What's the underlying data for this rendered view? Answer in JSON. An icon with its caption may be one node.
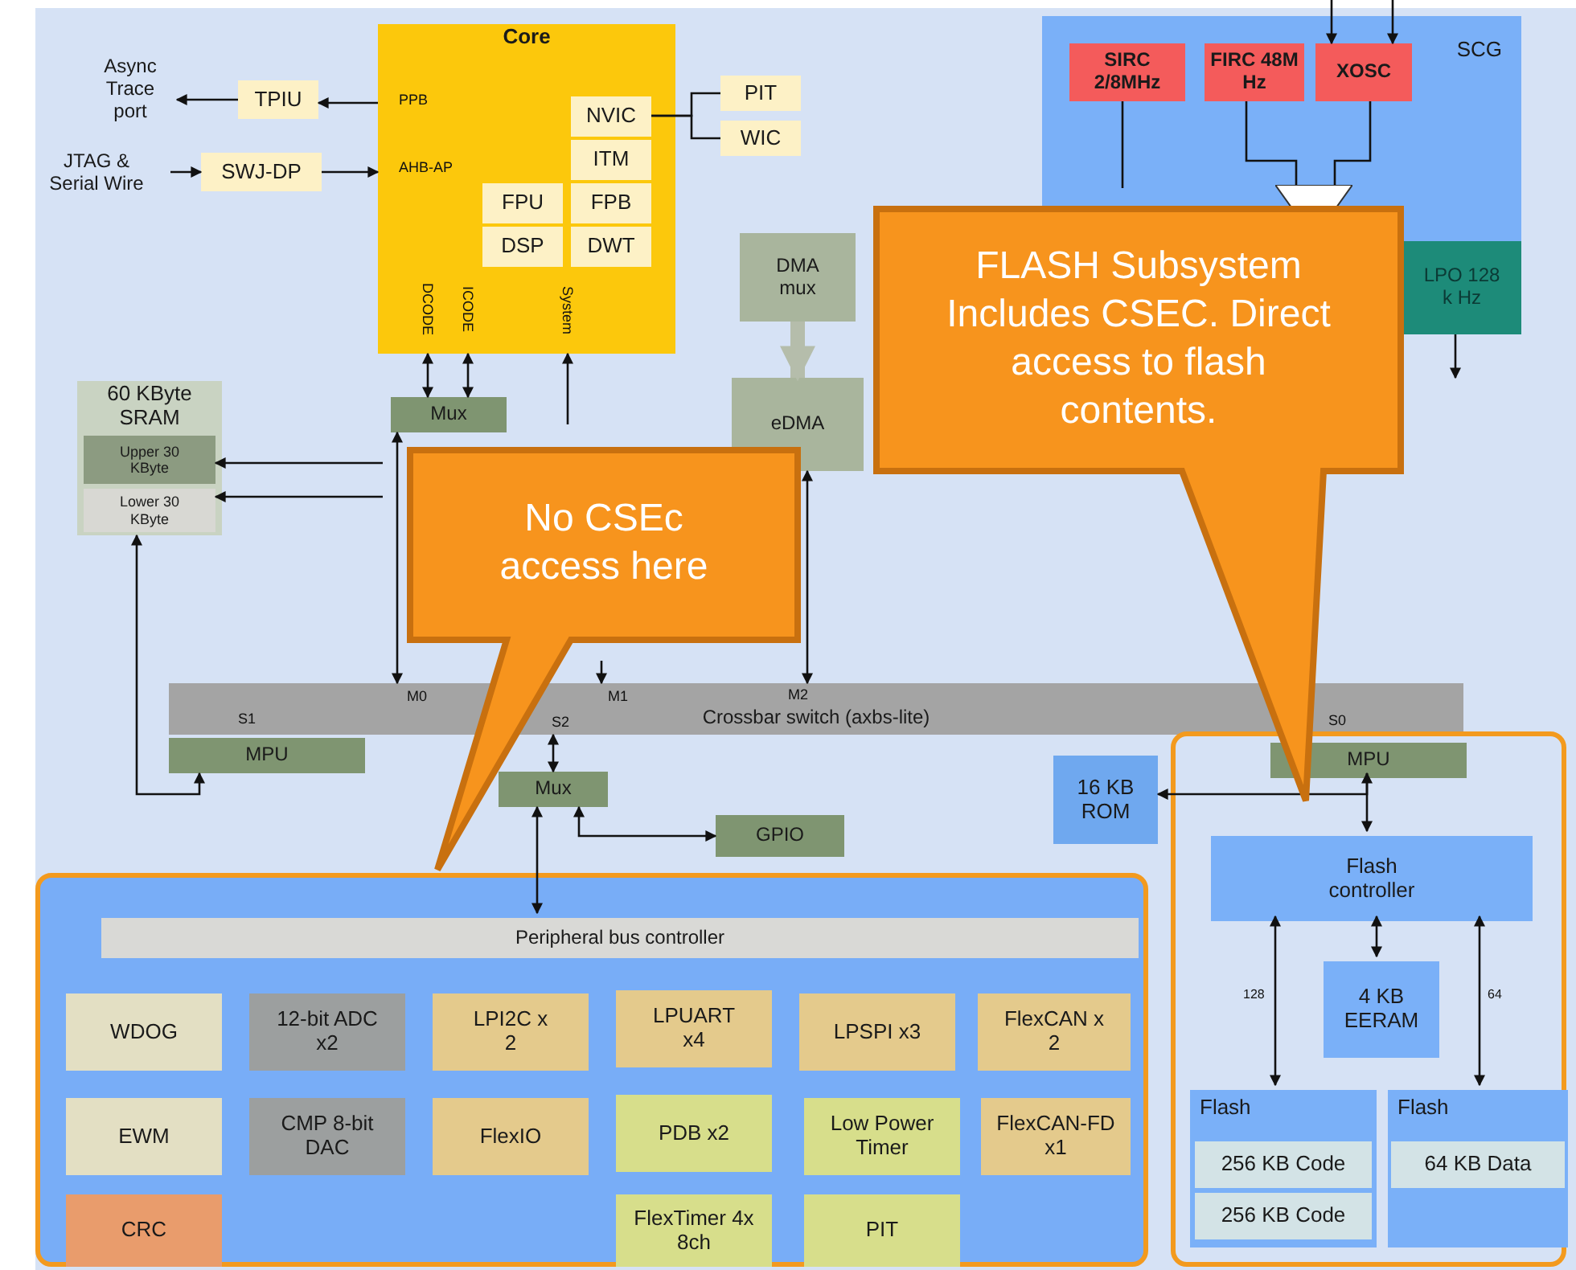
{
  "diagram": {
    "nodes": [
      {
        "text": [
          "Core"
        ]
      },
      {
        "text": [
          "NVIC"
        ],
        "in": 0
      },
      {
        "text": [
          "ITM"
        ],
        "in": 0
      },
      {
        "text": [
          "FPU"
        ],
        "in": 0
      },
      {
        "text": [
          "FPB"
        ],
        "in": 0
      },
      {
        "text": [
          "DSP"
        ],
        "in": 0
      },
      {
        "text": [
          "DWT"
        ],
        "in": 0
      },
      {
        "text": [
          "TPIU"
        ]
      },
      {
        "text": [
          "SWJ-DP"
        ]
      },
      {
        "text": [
          "Async Trace port"
        ]
      },
      {
        "text": [
          "JTAG & Serial Wire"
        ]
      },
      {
        "text": [
          "PIT"
        ]
      },
      {
        "text": [
          "WIC"
        ]
      },
      {
        "text": [
          "Mux"
        ]
      },
      {
        "text": [
          "DMA mux"
        ]
      },
      {
        "text": [
          "eDMA"
        ]
      },
      {
        "text": [
          "60 KByte SRAM"
        ]
      },
      {
        "text": [
          "Upper 30 KByte"
        ],
        "in": 16
      },
      {
        "text": [
          "Lower 30 KByte"
        ],
        "in": 16
      },
      {
        "text": [
          "Crossbar switch (axbs-lite)"
        ]
      },
      {
        "text": [
          "MPU"
        ]
      },
      {
        "text": [
          "Mux"
        ]
      },
      {
        "text": [
          "GPIO"
        ]
      },
      {
        "text": [
          "16 KB ROM"
        ]
      },
      {
        "text": [],
        "shape": "box"
      },
      {
        "text": [
          "Peripheral bus controller"
        ],
        "in": 24
      },
      {
        "text": [
          "WDOG"
        ],
        "in": 24
      },
      {
        "text": [
          "12-bit ADC x2"
        ],
        "in": 24
      },
      {
        "text": [
          "LPI2C x 2"
        ],
        "in": 24
      },
      {
        "text": [
          "LPUART x4"
        ],
        "in": 24
      },
      {
        "text": [
          "LPSPI x3"
        ],
        "in": 24
      },
      {
        "text": [
          "FlexCAN x 2"
        ],
        "in": 24
      },
      {
        "text": [
          "EWM"
        ],
        "in": 24
      },
      {
        "text": [
          "CMP 8-bit DAC"
        ],
        "in": 24
      },
      {
        "text": [
          "FlexIO"
        ],
        "in": 24
      },
      {
        "text": [
          "PDB x2"
        ],
        "in": 24
      },
      {
        "text": [
          "Low Power Timer"
        ],
        "in": 24
      },
      {
        "text": [
          "FlexCAN-FD x1"
        ],
        "in": 24
      },
      {
        "text": [
          "CRC"
        ],
        "in": 24
      },
      {
        "text": [
          "FlexTimer 4x 8ch"
        ],
        "in": 24
      },
      {
        "text": [
          "PIT"
        ],
        "in": 24
      },
      {
        "text": [],
        "shape": "box"
      },
      {
        "text": [
          "MPU"
        ],
        "in": 41
      },
      {
        "text": [
          "Flash controller"
        ],
        "in": 41
      },
      {
        "text": [
          "4 KB EERAM"
        ],
        "in": 41
      },
      {
        "text": [
          "Flash"
        ],
        "in": 41
      },
      {
        "text": [
          "256 KB Code"
        ],
        "in": 45
      },
      {
        "text": [
          "256 KB Code"
        ],
        "in": 45
      },
      {
        "text": [
          "Flash"
        ],
        "in": 41
      },
      {
        "text": [
          "64 KB Data"
        ],
        "in": 48
      },
      {
        "text": [
          "SCG"
        ]
      },
      {
        "text": [
          "SIRC 2/8MHz"
        ],
        "in": 50
      },
      {
        "text": [
          "FIRC 48M Hz"
        ],
        "in": 50
      },
      {
        "text": [
          "XOSC"
        ],
        "in": 50
      },
      {
        "text": [],
        "shape": "trapezoid",
        "in": 50
      },
      {
        "text": [
          "LPO 128 k Hz"
        ]
      },
      {
        "text": [
          "No CSEc access here"
        ]
      },
      {
        "text": [
          "FLASH Subsystem Includes CSEC. Direct access to flash contents."
        ]
      }
    ],
    "edges": [
      {
        "from": 0,
        "to": 7,
        "arrow": "to"
      },
      {
        "from": 7,
        "to": 9,
        "arrow": "to"
      },
      {
        "from": 10,
        "to": 8,
        "arrow": "to"
      },
      {
        "from": 8,
        "to": 0,
        "arrow": "to"
      },
      {
        "from": 1,
        "to": 11,
        "arrow": "none"
      },
      {
        "from": 1,
        "to": 12,
        "arrow": "none"
      },
      {
        "from": 13,
        "to": 0,
        "arrow": "both"
      },
      {
        "from": 13,
        "to": 0,
        "arrow": "both"
      },
      {
        "from": null,
        "to": 0,
        "arrow": "to"
      },
      {
        "from": null,
        "to": 19,
        "arrow": "to"
      },
      {
        "from": 13,
        "to": 19,
        "arrow": "both"
      },
      {
        "from": 15,
        "to": 19,
        "arrow": "both"
      },
      {
        "from": null,
        "to": 17,
        "arrow": "to"
      },
      {
        "from": null,
        "to": 18,
        "arrow": "to"
      },
      {
        "from": 20,
        "to": 16,
        "arrow": "both"
      },
      {
        "from": 14,
        "to": 15,
        "arrow": "to",
        "style": "thick",
        "color": "#b5bdab"
      },
      {
        "from": 19,
        "to": 21,
        "arrow": "both"
      },
      {
        "from": 21,
        "to": 25,
        "arrow": "both"
      },
      {
        "from": 21,
        "to": 22,
        "arrow": "both"
      },
      {
        "from": 42,
        "to": 43,
        "arrow": "both"
      },
      {
        "from": 42,
        "to": 23,
        "arrow": "to"
      },
      {
        "from": 43,
        "to": 44,
        "arrow": "both"
      },
      {
        "from": 43,
        "to": 45,
        "arrow": "both",
        "label": "128"
      },
      {
        "from": 43,
        "to": 48,
        "arrow": "both",
        "label": "64"
      },
      {
        "from": null,
        "to": 53,
        "arrow": "to"
      },
      {
        "from": null,
        "to": 53,
        "arrow": "to"
      },
      {
        "from": 51,
        "to": null,
        "arrow": "none"
      },
      {
        "from": 52,
        "to": 54,
        "arrow": "none"
      },
      {
        "from": 53,
        "to": 54,
        "arrow": "none"
      },
      {
        "from": 55,
        "to": null,
        "arrow": "to"
      }
    ],
    "labels": [
      "PPB",
      "AHB-AP",
      "DCODE",
      "ICODE",
      "System",
      "M0",
      "M1",
      "M2",
      "S1",
      "S2",
      "S0"
    ]
  }
}
